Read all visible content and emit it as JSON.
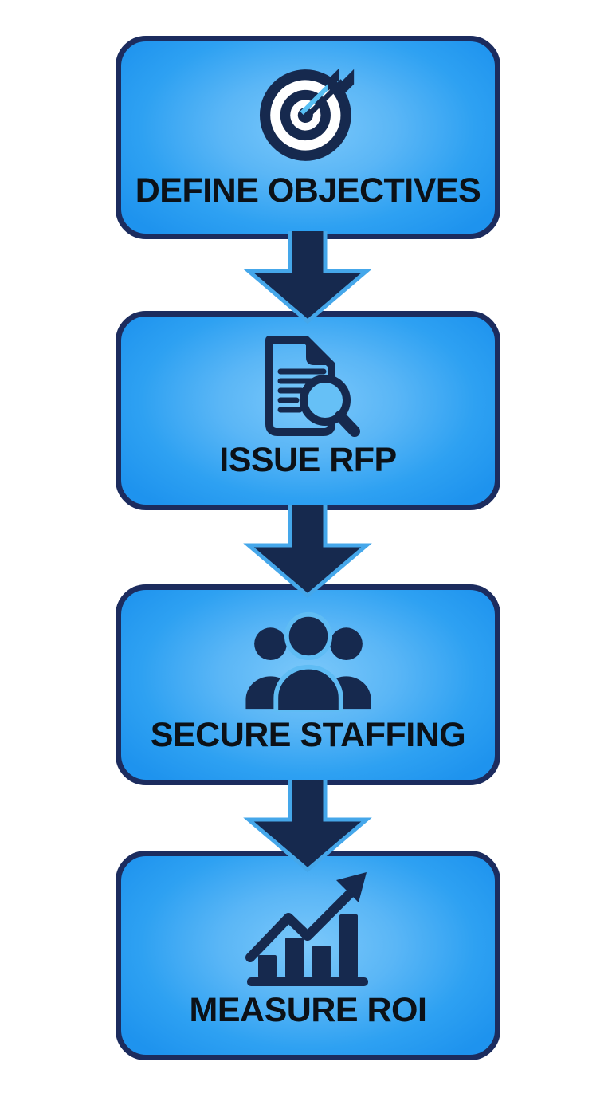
{
  "diagram": {
    "type": "vertical-process-flow",
    "background": "#ffffff",
    "steps": [
      {
        "label": "DEFINE OBJECTIVES",
        "icon": "target-dart-icon"
      },
      {
        "label": "ISSUE RFP",
        "icon": "document-magnifier-icon"
      },
      {
        "label": "SECURE STAFFING",
        "icon": "people-group-icon"
      },
      {
        "label": "MEASURE ROI",
        "icon": "growth-bar-chart-icon"
      }
    ],
    "connectors": [
      {
        "type": "block-arrow-down"
      },
      {
        "type": "block-arrow-down"
      },
      {
        "type": "block-arrow-down"
      }
    ],
    "colors": {
      "box_border": "#1c2c5e",
      "box_fill_center": "#7bc8fa",
      "box_fill_edge": "#1e93ee",
      "arrow_fill": "#16294e",
      "arrow_outline": "#45a7ea",
      "icon_navy": "#16294e",
      "label_text": "#0c1117",
      "dart_accent": "#58c0f4"
    }
  }
}
